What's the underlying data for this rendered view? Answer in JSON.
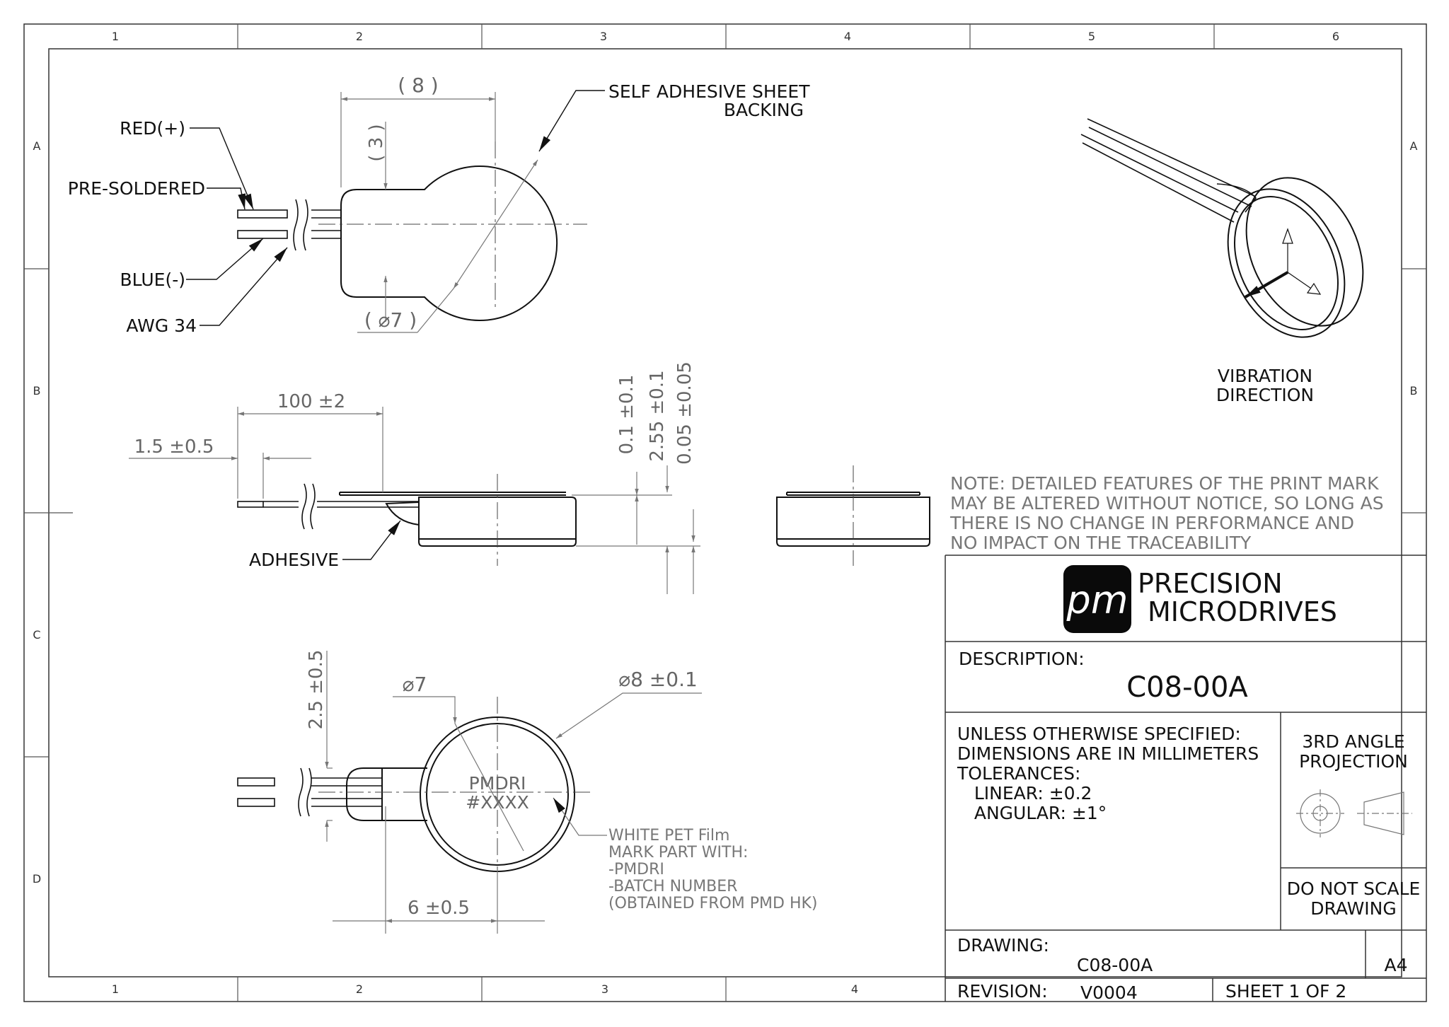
{
  "zones": {
    "columns": [
      "1",
      "2",
      "3",
      "4",
      "5",
      "6"
    ],
    "rows": [
      "A",
      "B",
      "C",
      "D"
    ]
  },
  "top_view": {
    "callout_red": "RED(+)",
    "callout_presoldered": "PRE-SOLDERED",
    "callout_blue": "BLUE(-)",
    "callout_awg": "AWG 34",
    "dim_width": "( 8 )",
    "dim_height": "( 3 )",
    "dim_diameter": "( ⌀7 )",
    "callout_backing_line1": "SELF ADHESIVE SHEET",
    "callout_backing_line2": "BACKING"
  },
  "side_view": {
    "dim_lead_length": "100 ±2",
    "dim_strip": "1.5 ±0.5",
    "dim_sheet": "0.1 ±0.1",
    "dim_total": "2.55 ±0.1",
    "dim_backing": "0.05 ±0.05",
    "callout_adhesive": "ADHESIVE"
  },
  "bottom_view": {
    "dim_height": "2.5 ±0.5",
    "dim_inner_diameter": "⌀7",
    "dim_outer_diameter": "⌀8 ±0.1",
    "dim_offset": "6 ±0.5",
    "mark_line1": "PMDRI",
    "mark_line2": "#XXXX",
    "film_note": [
      "WHITE PET Film",
      "MARK PART WITH:",
      "-PMDRI",
      "-BATCH NUMBER",
      "(OBTAINED FROM PMD HK)"
    ]
  },
  "iso_view": {
    "label_line1": "VIBRATION",
    "label_line2": "DIRECTION"
  },
  "note": [
    "NOTE: DETAILED FEATURES OF THE PRINT MARK",
    "MAY BE ALTERED WITHOUT NOTICE, SO LONG AS",
    "THERE IS NO CHANGE IN PERFORMANCE AND",
    "NO IMPACT ON THE TRACEABILITY"
  ],
  "title_block": {
    "company_line1": "PRECISION",
    "company_line2": "MICRODRIVES",
    "logo_text": "pm",
    "description_label": "DESCRIPTION:",
    "description_value": "C08-00A",
    "spec_lines": [
      "UNLESS OTHERWISE SPECIFIED:",
      "DIMENSIONS ARE IN MILLIMETERS",
      "TOLERANCES:",
      "   LINEAR: ±0.2",
      "   ANGULAR: ±1°"
    ],
    "projection_line1": "3RD ANGLE",
    "projection_line2": "PROJECTION",
    "scale_line1": "DO NOT SCALE",
    "scale_line2": "DRAWING",
    "drawing_label": "DRAWING:",
    "drawing_value": "C08-00A",
    "size": "A4",
    "revision_label": "REVISION:",
    "revision_value": "V0004",
    "sheet": "SHEET 1 OF 2"
  }
}
